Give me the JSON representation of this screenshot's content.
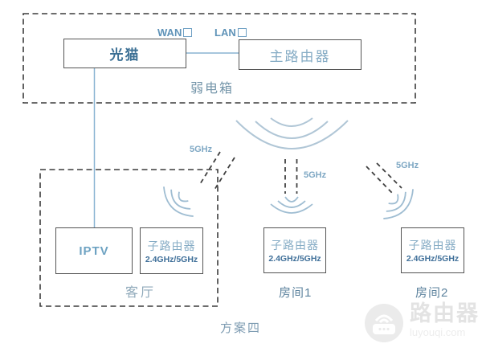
{
  "weak_box": {
    "label": "弱电箱",
    "modem_label": "光猫",
    "router_label": "主路由器",
    "wan_label": "WAN",
    "lan_label": "LAN"
  },
  "living_room": {
    "label": "客厅",
    "iptv_label": "IPTV",
    "sub_router_label": "子路由器",
    "bands_label": "2.4GHz/5GHz",
    "signal_label": "5GHz"
  },
  "room1": {
    "label": "房间1",
    "sub_router_label": "子路由器",
    "bands_label": "2.4GHz/5GHz",
    "signal_label": "5GHz"
  },
  "room2": {
    "label": "房间2",
    "sub_router_label": "子路由器",
    "bands_label": "2.4GHz/5GHz",
    "signal_label": "5GHz"
  },
  "caption": "方案四",
  "watermark": {
    "brand": "路由器",
    "site": "luyouqi.com"
  },
  "colors": {
    "line_blue": "#8ab4d2",
    "arc_blue": "#aec5d5",
    "dark_blue_text": "#3c7095",
    "light_blue_text": "#86acc5",
    "dash_dark": "#3f3f3f"
  }
}
